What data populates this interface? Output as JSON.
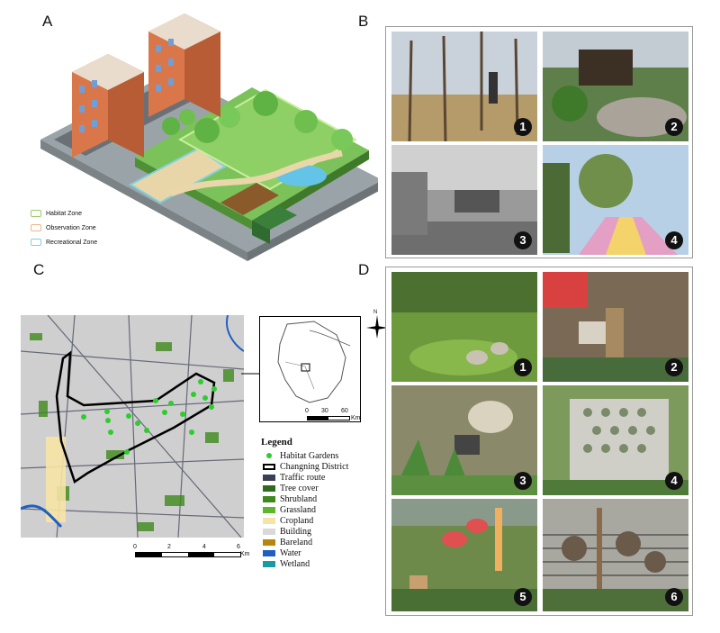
{
  "panels": {
    "a": "A",
    "b": "B",
    "c": "C",
    "d": "D"
  },
  "zones": [
    {
      "label": "Habitat Zone",
      "color": "#9ccc65"
    },
    {
      "label": "Observation Zone",
      "color": "#f0b38a"
    },
    {
      "label": "Recreational Zone",
      "color": "#7fd0e0"
    }
  ],
  "photos_b": [
    "1",
    "2",
    "3",
    "4"
  ],
  "photos_d": [
    "1",
    "2",
    "3",
    "4",
    "5",
    "6"
  ],
  "legend": {
    "title": "Legend",
    "items": [
      {
        "label": "Habitat Gardens",
        "color": "#2ecc2e",
        "kind": "dot"
      },
      {
        "label": "Changning District",
        "color": "#000000",
        "kind": "outline"
      },
      {
        "label": "Traffic route",
        "color": "#3a3f55",
        "kind": "fill"
      },
      {
        "label": "Tree cover",
        "color": "#2f6b1f",
        "kind": "fill"
      },
      {
        "label": "Shrubland",
        "color": "#3f8a1c",
        "kind": "fill"
      },
      {
        "label": "Grassland",
        "color": "#5cb82a",
        "kind": "fill"
      },
      {
        "label": "Cropland",
        "color": "#f7e3a6",
        "kind": "fill"
      },
      {
        "label": "Building",
        "color": "#d9d9d9",
        "kind": "fill"
      },
      {
        "label": "Bareland",
        "color": "#b8860b",
        "kind": "fill"
      },
      {
        "label": "Water",
        "color": "#1f5fbf",
        "kind": "fill"
      },
      {
        "label": "Wetland",
        "color": "#1a9aa6",
        "kind": "fill"
      }
    ]
  },
  "scale_main": {
    "ticks": [
      "0",
      "2",
      "4",
      "6"
    ],
    "unit": "Km"
  },
  "scale_inset": {
    "ticks": [
      "0",
      "30",
      "60"
    ],
    "unit": "Km"
  },
  "north": "N"
}
